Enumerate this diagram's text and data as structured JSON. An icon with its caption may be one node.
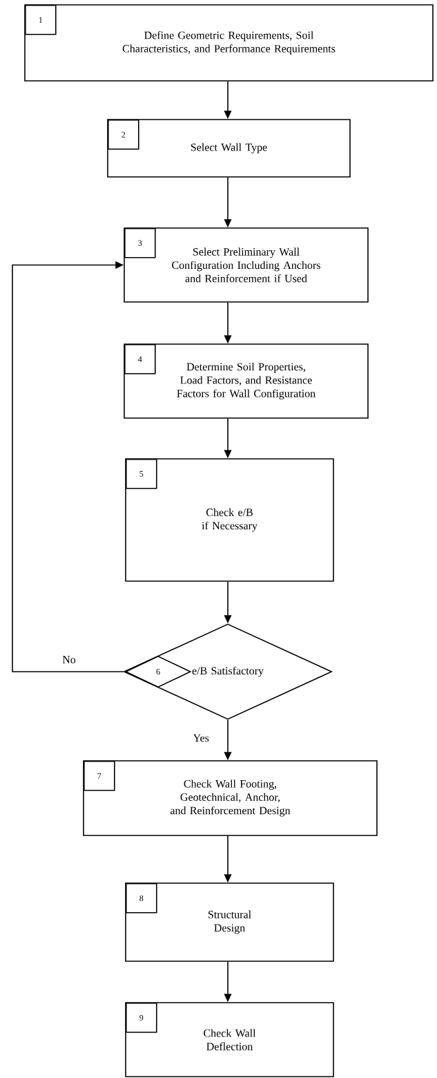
{
  "diagram": {
    "nodes": [
      {
        "text": [
          "Define Geometric Requirements, Soil Characteristics, and Performance Requirements"
        ]
      },
      {
        "text": [
          "1"
        ],
        "in": 0
      },
      {
        "text": [
          "Select Wall Type"
        ]
      },
      {
        "text": [
          "2"
        ],
        "in": 2
      },
      {
        "text": [
          "Select Preliminary Wall Configuration Including Anchors and Reinforcement if Used"
        ]
      },
      {
        "text": [
          "3"
        ],
        "in": 4
      },
      {
        "text": [
          "Determine Soil Properties, Load Factors, and Resistance Factors for Wall Configuration"
        ]
      },
      {
        "text": [
          "4"
        ],
        "in": 6
      },
      {
        "text": [
          "Check e/B if Necessary"
        ]
      },
      {
        "text": [
          "5"
        ],
        "in": 8
      },
      {
        "text": [
          "e/B Satisfactory"
        ]
      },
      {
        "text": [
          "6"
        ],
        "in": 10
      },
      {
        "text": [
          "Check Wall Footing, Geotechnical, Anchor, and Reinforcement Design"
        ]
      },
      {
        "text": [
          "7"
        ],
        "in": 12
      },
      {
        "text": [
          "Structural Design"
        ]
      },
      {
        "text": [
          "8"
        ],
        "in": 14
      },
      {
        "text": [
          "Check Wall Deflection"
        ]
      },
      {
        "text": [
          "9"
        ],
        "in": 16
      }
    ],
    "edges": [
      {
        "from": 0,
        "to": 2,
        "arrow": "to"
      },
      {
        "from": 2,
        "to": 4,
        "arrow": "to"
      },
      {
        "from": 4,
        "to": 6,
        "arrow": "to"
      },
      {
        "from": 6,
        "to": 8,
        "arrow": "to"
      },
      {
        "from": 8,
        "to": 10,
        "arrow": "to"
      },
      {
        "from": 10,
        "to": 4,
        "arrow": "to",
        "label": "No"
      },
      {
        "from": 10,
        "to": 12,
        "arrow": "to",
        "label": "Yes"
      },
      {
        "from": 12,
        "to": 14,
        "arrow": "to"
      },
      {
        "from": 14,
        "to": 16,
        "arrow": "to"
      }
    ]
  }
}
